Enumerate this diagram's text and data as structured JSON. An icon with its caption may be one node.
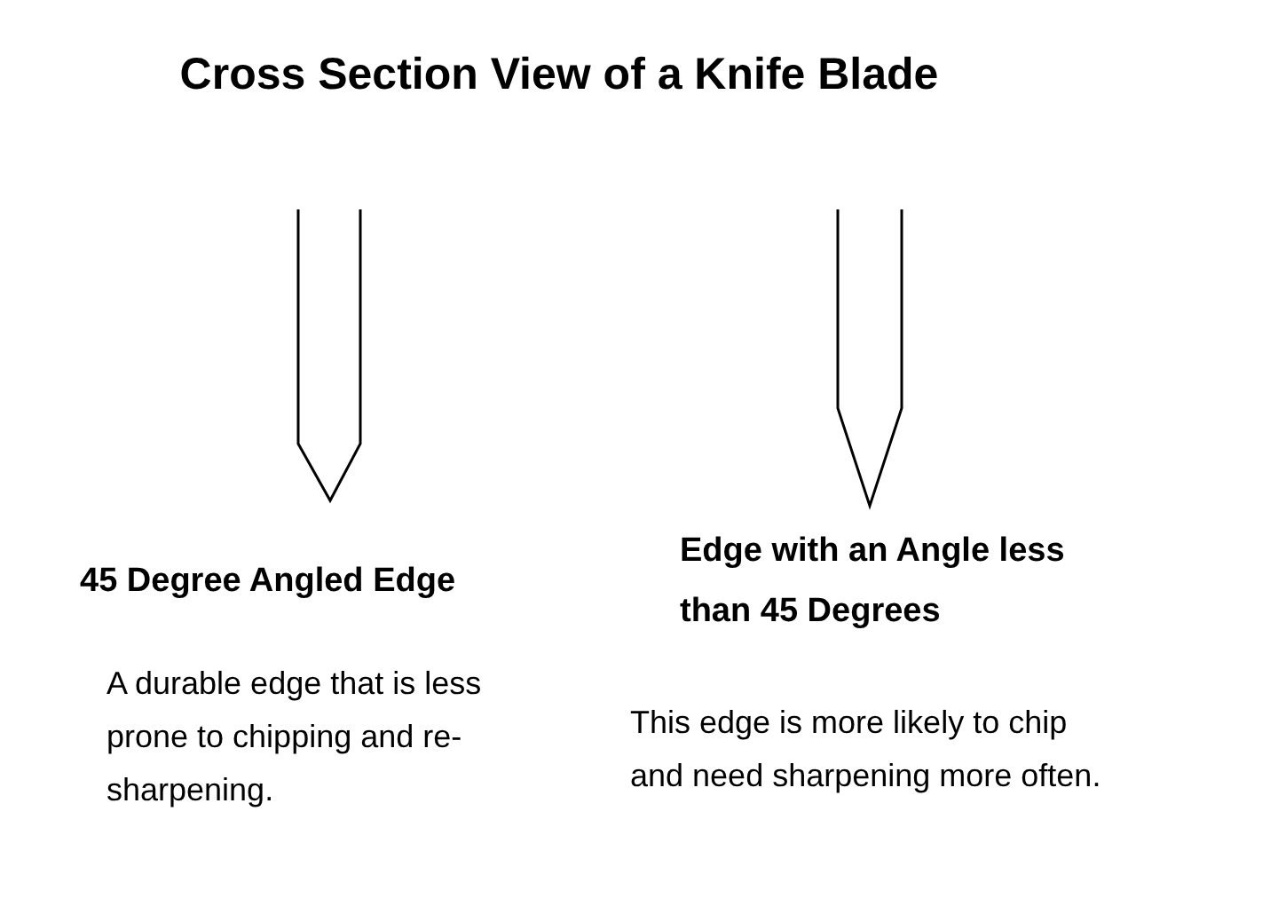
{
  "diagram": {
    "title": "Cross Section View of a Knife Blade",
    "labels": [
      "45 Degree Angled Edge",
      "A durable edge that is less prone to chipping and re-sharpening.",
      "Edge with an Angle less than 45 Degrees",
      "This edge is more likely to chip and need sharpening more often."
    ]
  }
}
